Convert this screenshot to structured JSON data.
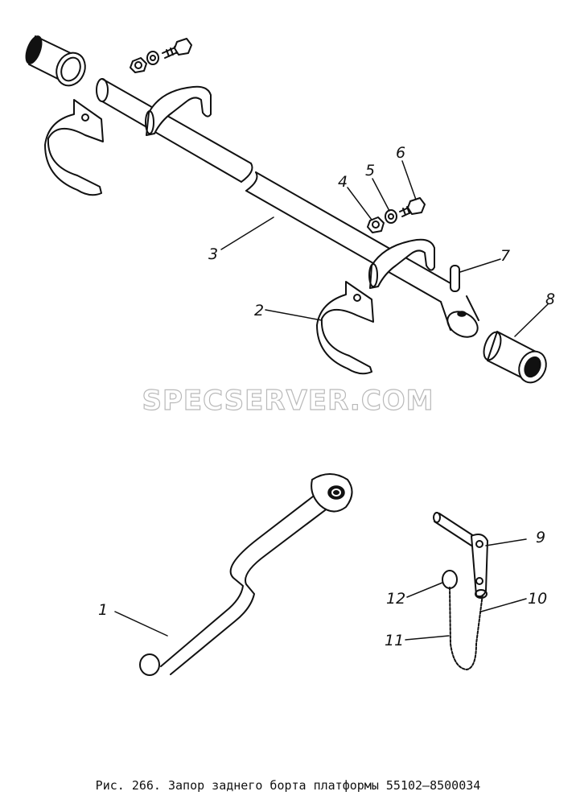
{
  "caption": "Рис. 266. Запор заднего борта платформы 55102—8500034",
  "watermark": "SPECSERVER.COM",
  "callouts": [
    "1",
    "2",
    "3",
    "4",
    "5",
    "6",
    "7",
    "8",
    "9",
    "10",
    "11",
    "12"
  ]
}
